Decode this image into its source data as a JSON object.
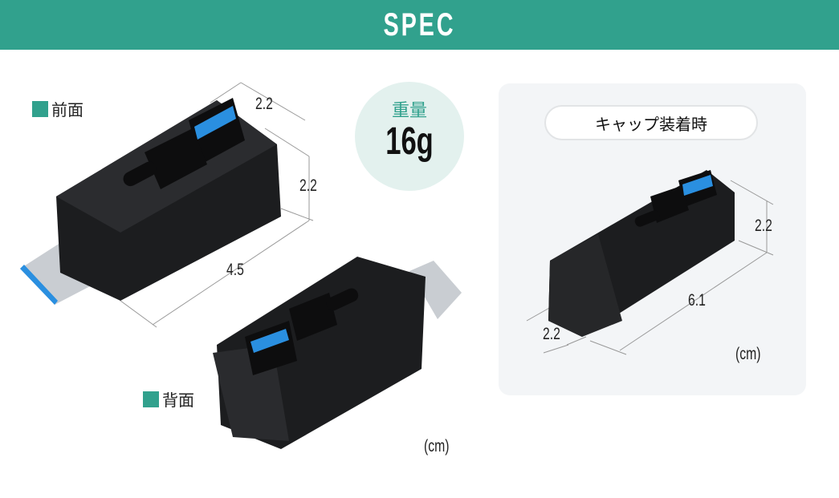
{
  "header": {
    "title": "SPEC"
  },
  "front": {
    "label": "前面",
    "dims": {
      "depth": "2.2",
      "height": "2.2",
      "length": "4.5"
    }
  },
  "back": {
    "label": "背面",
    "unit": "(cm)"
  },
  "weight": {
    "label": "重量",
    "value": "16g"
  },
  "capped": {
    "label": "キャップ装着時",
    "dims": {
      "height": "2.2",
      "length": "6.1",
      "width": "2.2"
    },
    "unit": "(cm)"
  },
  "colors": {
    "accent": "#31a18d",
    "usb3_blue": "#2a8fe0",
    "device": "#1c1d1f"
  }
}
